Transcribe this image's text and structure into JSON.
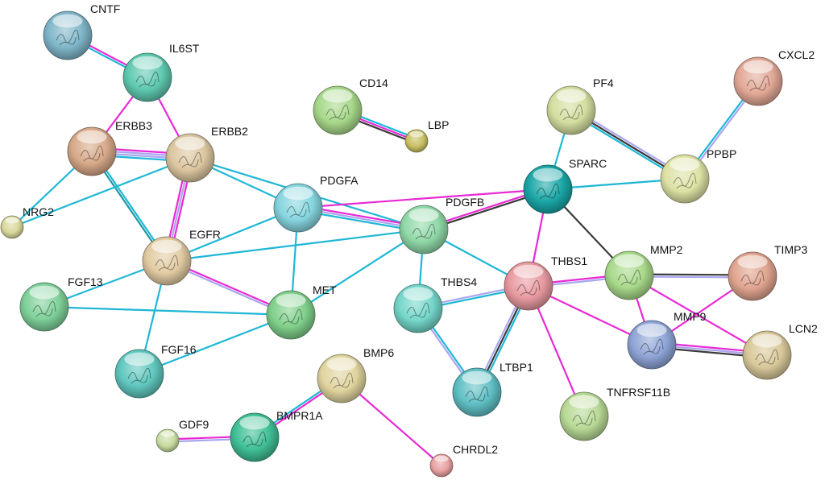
{
  "nodes": [
    {
      "id": "CNTF",
      "label": "CNTF",
      "color": "#7fb6c9",
      "size": "large"
    },
    {
      "id": "IL6ST",
      "label": "IL6ST",
      "color": "#5fc9b0",
      "size": "large"
    },
    {
      "id": "ERBB3",
      "label": "ERBB3",
      "color": "#d7a989",
      "size": "large"
    },
    {
      "id": "ERBB2",
      "label": "ERBB2",
      "color": "#dcc6a0",
      "size": "large"
    },
    {
      "id": "NRG2",
      "label": "NRG2",
      "color": "#d8d79a",
      "size": "small"
    },
    {
      "id": "EGFR",
      "label": "EGFR",
      "color": "#e2cba3",
      "size": "large"
    },
    {
      "id": "FGF13",
      "label": "FGF13",
      "color": "#7fd19a",
      "size": "large"
    },
    {
      "id": "FGF16",
      "label": "FGF16",
      "color": "#5fc7be",
      "size": "large"
    },
    {
      "id": "MET",
      "label": "MET",
      "color": "#7fcf8a",
      "size": "large"
    },
    {
      "id": "PDGFA",
      "label": "PDGFA",
      "color": "#86d5df",
      "size": "large"
    },
    {
      "id": "PDGFB",
      "label": "PDGFB",
      "color": "#90d8a8",
      "size": "large"
    },
    {
      "id": "CD14",
      "label": "CD14",
      "color": "#a7d88a",
      "size": "large"
    },
    {
      "id": "LBP",
      "label": "LBP",
      "color": "#c9c064",
      "size": "small"
    },
    {
      "id": "PF4",
      "label": "PF4",
      "color": "#d3dea0",
      "size": "large"
    },
    {
      "id": "CXCL2",
      "label": "CXCL2",
      "color": "#e2a896",
      "size": "large"
    },
    {
      "id": "PPBP",
      "label": "PPBP",
      "color": "#dde2a4",
      "size": "large"
    },
    {
      "id": "SPARC",
      "label": "SPARC",
      "color": "#1aa6a6",
      "size": "large"
    },
    {
      "id": "THBS1",
      "label": "THBS1",
      "color": "#e79aa0",
      "size": "large"
    },
    {
      "id": "THBS4",
      "label": "THBS4",
      "color": "#74d6c9",
      "size": "large"
    },
    {
      "id": "LTBP1",
      "label": "LTBP1",
      "color": "#5fbfc4",
      "size": "large"
    },
    {
      "id": "MMP2",
      "label": "MMP2",
      "color": "#a8d98a",
      "size": "large"
    },
    {
      "id": "TIMP3",
      "label": "TIMP3",
      "color": "#e0a48f",
      "size": "large"
    },
    {
      "id": "MMP9",
      "label": "MMP9",
      "color": "#8ea4d6",
      "size": "large"
    },
    {
      "id": "LCN2",
      "label": "LCN2",
      "color": "#d8c89a",
      "size": "large"
    },
    {
      "id": "TNFRSF11B",
      "label": "TNFRSF11B",
      "color": "#b8d996",
      "size": "large"
    },
    {
      "id": "BMP6",
      "label": "BMP6",
      "color": "#e0d49e",
      "size": "large"
    },
    {
      "id": "BMPR1A",
      "label": "BMPR1A",
      "color": "#3fbf95",
      "size": "large"
    },
    {
      "id": "GDF9",
      "label": "GDF9",
      "color": "#c8dca0",
      "size": "small"
    },
    {
      "id": "CHRDL2",
      "label": "CHRDL2",
      "color": "#e8a0a0",
      "size": "small"
    }
  ],
  "edges": [
    {
      "a": "CNTF",
      "b": "IL6ST",
      "types": [
        "magenta",
        "cyan"
      ]
    },
    {
      "a": "IL6ST",
      "b": "ERBB3",
      "types": [
        "magenta"
      ]
    },
    {
      "a": "IL6ST",
      "b": "ERBB2",
      "types": [
        "magenta"
      ]
    },
    {
      "a": "ERBB3",
      "b": "ERBB2",
      "types": [
        "magenta",
        "lavender",
        "lavender",
        "cyan"
      ]
    },
    {
      "a": "ERBB3",
      "b": "NRG2",
      "types": [
        "cyan"
      ]
    },
    {
      "a": "ERBB3",
      "b": "EGFR",
      "types": [
        "cyan",
        "teal"
      ]
    },
    {
      "a": "ERBB2",
      "b": "NRG2",
      "types": [
        "cyan"
      ]
    },
    {
      "a": "ERBB2",
      "b": "EGFR",
      "types": [
        "magenta",
        "lavender",
        "magenta"
      ]
    },
    {
      "a": "ERBB2",
      "b": "PDGFA",
      "types": [
        "cyan"
      ]
    },
    {
      "a": "ERBB2",
      "b": "PDGFB",
      "types": [
        "cyan"
      ]
    },
    {
      "a": "EGFR",
      "b": "PDGFA",
      "types": [
        "cyan"
      ]
    },
    {
      "a": "EGFR",
      "b": "PDGFB",
      "types": [
        "cyan"
      ]
    },
    {
      "a": "EGFR",
      "b": "FGF13",
      "types": [
        "cyan"
      ]
    },
    {
      "a": "EGFR",
      "b": "FGF16",
      "types": [
        "cyan"
      ]
    },
    {
      "a": "EGFR",
      "b": "MET",
      "types": [
        "magenta",
        "lavender"
      ]
    },
    {
      "a": "FGF13",
      "b": "MET",
      "types": [
        "cyan"
      ]
    },
    {
      "a": "FGF16",
      "b": "MET",
      "types": [
        "cyan"
      ]
    },
    {
      "a": "PDGFA",
      "b": "MET",
      "types": [
        "cyan"
      ]
    },
    {
      "a": "PDGFA",
      "b": "PDGFB",
      "types": [
        "magenta",
        "lavender",
        "cyan"
      ]
    },
    {
      "a": "PDGFA",
      "b": "SPARC",
      "types": [
        "magenta"
      ]
    },
    {
      "a": "PDGFB",
      "b": "MET",
      "types": [
        "cyan"
      ]
    },
    {
      "a": "PDGFB",
      "b": "SPARC",
      "types": [
        "magenta",
        "black"
      ]
    },
    {
      "a": "PDGFB",
      "b": "THBS1",
      "types": [
        "cyan"
      ]
    },
    {
      "a": "PDGFB",
      "b": "THBS4",
      "types": [
        "cyan"
      ]
    },
    {
      "a": "CD14",
      "b": "LBP",
      "types": [
        "cyan",
        "magenta",
        "black"
      ]
    },
    {
      "a": "PF4",
      "b": "SPARC",
      "types": [
        "cyan"
      ]
    },
    {
      "a": "PF4",
      "b": "PPBP",
      "types": [
        "lavender",
        "black",
        "cyan"
      ]
    },
    {
      "a": "CXCL2",
      "b": "PPBP",
      "types": [
        "lavender",
        "cyan"
      ]
    },
    {
      "a": "SPARC",
      "b": "PPBP",
      "types": [
        "cyan"
      ]
    },
    {
      "a": "SPARC",
      "b": "THBS1",
      "types": [
        "magenta"
      ]
    },
    {
      "a": "SPARC",
      "b": "MMP2",
      "types": [
        "black"
      ]
    },
    {
      "a": "THBS1",
      "b": "THBS4",
      "types": [
        "cyan",
        "lavender"
      ]
    },
    {
      "a": "THBS1",
      "b": "LTBP1",
      "types": [
        "cyan",
        "black",
        "lavender"
      ]
    },
    {
      "a": "THBS4",
      "b": "LTBP1",
      "types": [
        "cyan",
        "lavender"
      ]
    },
    {
      "a": "THBS1",
      "b": "MMP2",
      "types": [
        "magenta",
        "lavender"
      ]
    },
    {
      "a": "THBS1",
      "b": "MMP9",
      "types": [
        "magenta"
      ]
    },
    {
      "a": "THBS1",
      "b": "TNFRSF11B",
      "types": [
        "magenta"
      ]
    },
    {
      "a": "MMP2",
      "b": "TIMP3",
      "types": [
        "black",
        "lavender"
      ]
    },
    {
      "a": "MMP2",
      "b": "MMP9",
      "types": [
        "magenta"
      ]
    },
    {
      "a": "MMP2",
      "b": "LCN2",
      "types": [
        "magenta"
      ]
    },
    {
      "a": "TIMP3",
      "b": "MMP9",
      "types": [
        "magenta"
      ]
    },
    {
      "a": "MMP9",
      "b": "LCN2",
      "types": [
        "magenta",
        "lavender",
        "black"
      ]
    },
    {
      "a": "BMP6",
      "b": "BMPR1A",
      "types": [
        "magenta",
        "cyan"
      ]
    },
    {
      "a": "BMP6",
      "b": "CHRDL2",
      "types": [
        "magenta"
      ]
    },
    {
      "a": "GDF9",
      "b": "BMPR1A",
      "types": [
        "magenta",
        "lavender"
      ]
    }
  ],
  "edge_colors": {
    "magenta": "#e829d6",
    "cyan": "#1eb7d6",
    "lavender": "#a9a6ef",
    "black": "#3a3a3a",
    "teal": "#1a9aa0"
  }
}
